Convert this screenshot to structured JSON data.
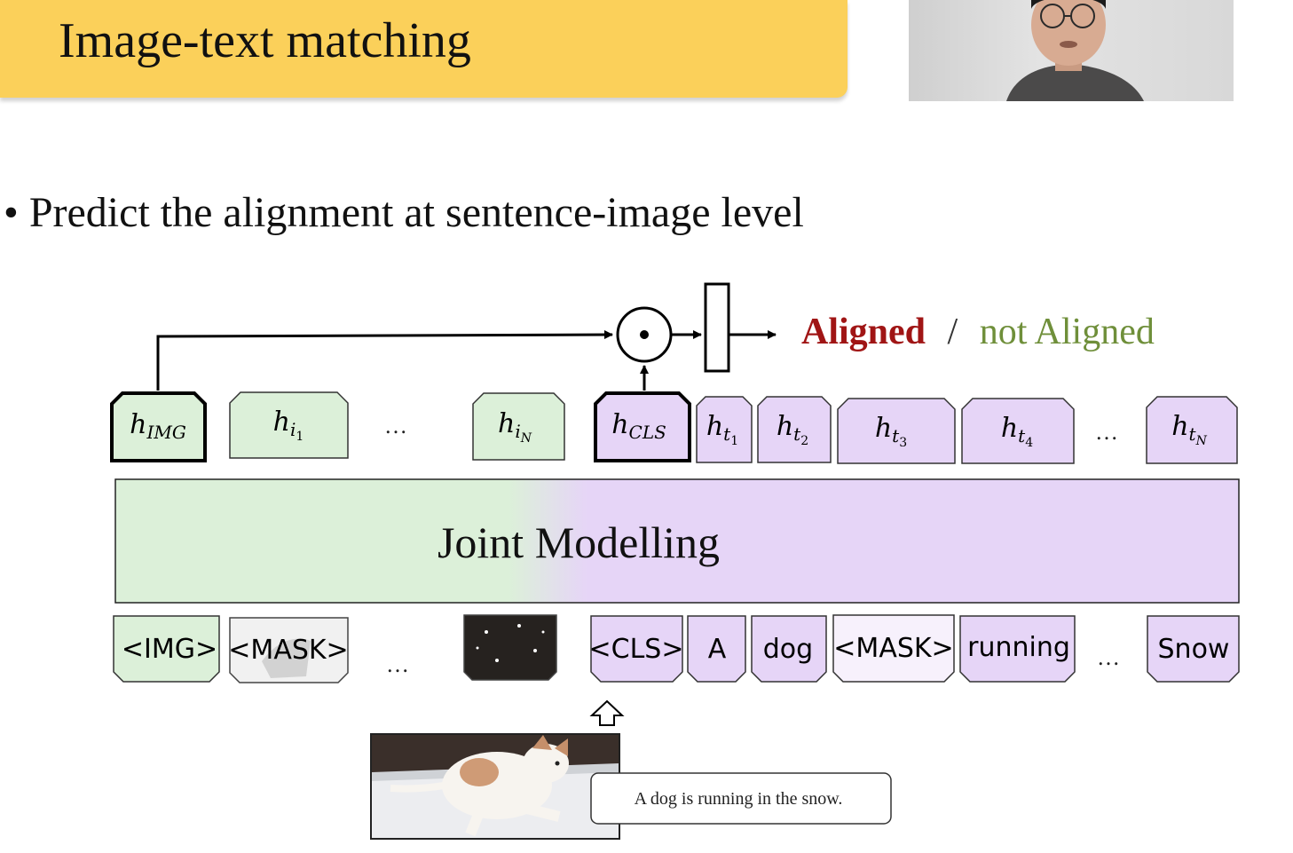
{
  "slide": {
    "title": "Image-text matching",
    "bullet": "Predict the alignment at sentence-image level"
  },
  "output": {
    "aligned": "Aligned",
    "separator": "/",
    "not_aligned": "not Aligned"
  },
  "hidden_states": [
    {
      "main": "h",
      "sub": "IMG",
      "subsub": ""
    },
    {
      "main": "h",
      "sub": "i",
      "subsub": "1"
    },
    {
      "main": "h",
      "sub": "i",
      "subsub": "N"
    },
    {
      "main": "h",
      "sub": "CLS",
      "subsub": ""
    },
    {
      "main": "h",
      "sub": "t",
      "subsub": "1"
    },
    {
      "main": "h",
      "sub": "t",
      "subsub": "2"
    },
    {
      "main": "h",
      "sub": "t",
      "subsub": "3"
    },
    {
      "main": "h",
      "sub": "t",
      "subsub": "4"
    },
    {
      "main": "h",
      "sub": "t",
      "subsub": "N"
    }
  ],
  "ellipsis": "…",
  "joint_model": "Joint Modelling",
  "input_tokens": [
    "<IMG>",
    "<MASK>",
    "<CLS>",
    "A",
    "dog",
    "<MASK>",
    "running",
    "Snow"
  ],
  "caption": "A dog is running in the snow.",
  "colors": {
    "banner": "#fbd05a",
    "image_green": "#dcf0d9",
    "text_purple": "#e6d5f7",
    "aligned_red": "#a01515",
    "not_aligned_green": "#6f8f3a"
  },
  "icons": [
    "dot-product-icon",
    "classifier-icon",
    "up-arrow-icon",
    "dog-photo-icon",
    "webcam-person-icon"
  ]
}
